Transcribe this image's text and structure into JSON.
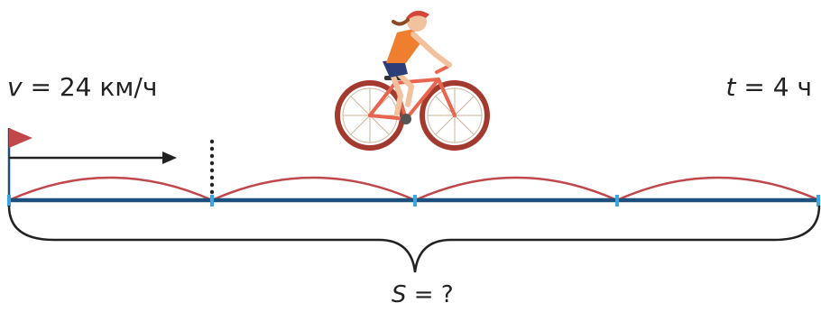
{
  "speed": {
    "var": "v",
    "rest": " = 24 км/ч"
  },
  "time": {
    "var": "t",
    "rest": " = 4 ч"
  },
  "distance": {
    "var": "S",
    "rest": " = ?"
  },
  "segments": 4,
  "colors": {
    "track": "#1b4f7c",
    "tick": "#3aa7e0",
    "arc": "#c0474a",
    "flag": "#c0474a",
    "arrow": "#222222",
    "brace": "#222222"
  },
  "icons": [
    "start-flag-icon",
    "cyclist-illustration"
  ]
}
